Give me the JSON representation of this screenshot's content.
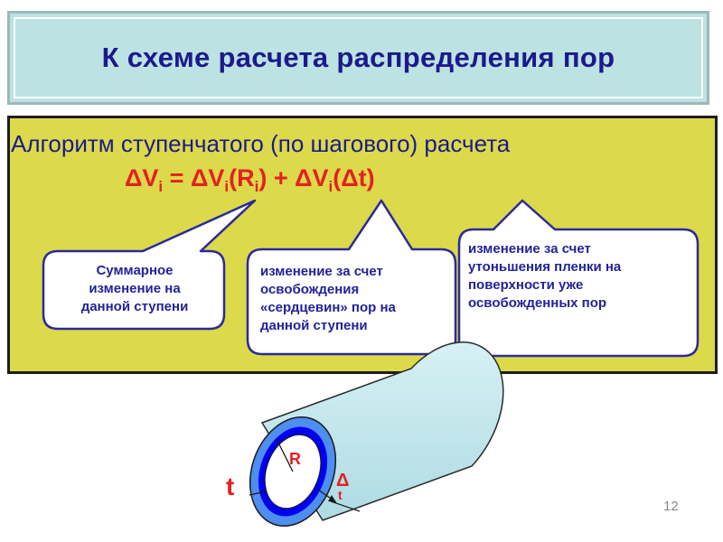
{
  "title": "К схеме расчета распределения пор",
  "heading": "Алгоритм ступенчатого (по шагового) расчета",
  "formula": {
    "dv1": "ΔV",
    "sub1": "i",
    "eq": " = ",
    "dv2": "ΔV",
    "sub2": "i",
    "r_open": "(R",
    "sub3": "i",
    "r_close": ")",
    "plus": " + ",
    "dv3": "ΔV",
    "sub4": "i",
    "dt": "(Δt)"
  },
  "callouts": [
    {
      "line1": "Суммарное",
      "line2": "изменение на",
      "line3": "данной  ступени"
    },
    {
      "line1": "изменение за счет",
      "line2": "освобождения",
      "line3": "«сердцевин» пор на",
      "line4": "данной  ступени"
    },
    {
      "line1": "изменение за счет",
      "line2": "утоньшения  пленки на",
      "line3": "поверхности уже",
      "line4": "освобожденных пор"
    }
  ],
  "labels": {
    "t": "t",
    "R": "R",
    "delta": "Δ",
    "delta_t": "t"
  },
  "page_number": "12",
  "colors": {
    "title_bg": "#bce2e2",
    "title_text": "#1a1a8c",
    "main_bg": "#dcd94a",
    "formula": "#e42020",
    "callout_fill": "#ffffff",
    "callout_stroke": "#2a2a9a",
    "pipe_body": "#c0e6ec",
    "pipe_ring_light": "#4d8ef0",
    "pipe_ring_dark": "#0000f0"
  }
}
